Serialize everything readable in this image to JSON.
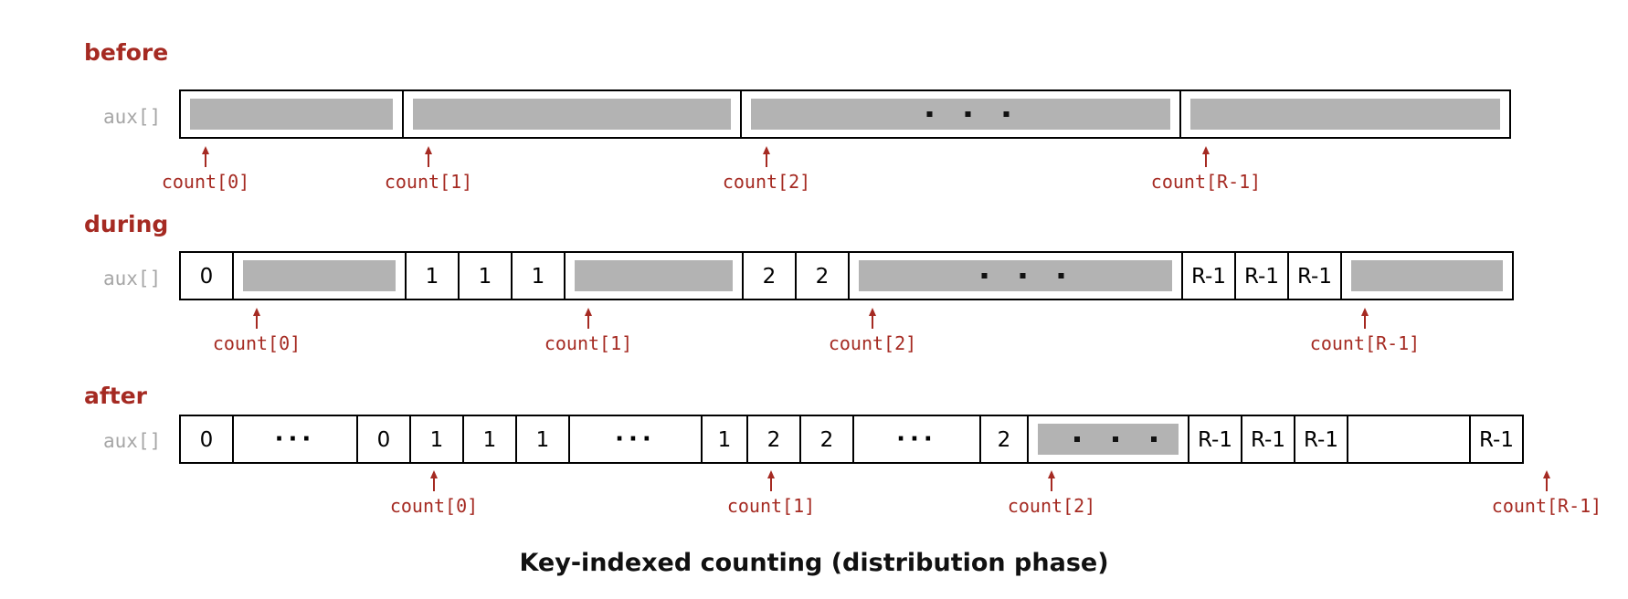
{
  "caption": "Key-indexed counting (distribution phase)",
  "array_label": "aux[]",
  "colors": {
    "accent": "#a52a22",
    "fill": "#b3b3b3",
    "stroke": "#000000",
    "muted": "#a6a6a6"
  },
  "rows": [
    {
      "label": "before",
      "cells": [
        {
          "kind": "gray",
          "w": 244
        },
        {
          "kind": "gray",
          "w": 370
        },
        {
          "kind": "gray",
          "dots": true,
          "w": 481
        },
        {
          "kind": "gray",
          "w": 361
        }
      ],
      "pointers": [
        {
          "label": "count[0]",
          "at": 0.0
        },
        {
          "label": "count[1]",
          "at": 1.0
        },
        {
          "label": "count[2]",
          "at": 2.0
        },
        {
          "label": "count[R-1]",
          "at": 3.0
        }
      ]
    },
    {
      "label": "during",
      "cells": [
        {
          "kind": "text",
          "text": "0",
          "w": 58
        },
        {
          "kind": "gray",
          "w": 189
        },
        {
          "kind": "text",
          "text": "1",
          "w": 58
        },
        {
          "kind": "text",
          "text": "1",
          "w": 58
        },
        {
          "kind": "text",
          "text": "1",
          "w": 58
        },
        {
          "kind": "gray",
          "w": 195
        },
        {
          "kind": "text",
          "text": "2",
          "w": 58
        },
        {
          "kind": "text",
          "text": "2",
          "w": 58
        },
        {
          "kind": "gray",
          "dots": true,
          "w": 365
        },
        {
          "kind": "text",
          "text": "R-1",
          "w": 58
        },
        {
          "kind": "text",
          "text": "R-1",
          "w": 58
        },
        {
          "kind": "text",
          "text": "R-1",
          "w": 58
        },
        {
          "kind": "gray",
          "w": 188
        }
      ],
      "pointers": [
        {
          "label": "count[0]",
          "at": 1.0
        },
        {
          "label": "count[1]",
          "at": 5.0
        },
        {
          "label": "count[2]",
          "at": 8.0
        },
        {
          "label": "count[R-1]",
          "at": 12.0
        }
      ]
    },
    {
      "label": "after",
      "cells": [
        {
          "kind": "text",
          "text": "0",
          "w": 58
        },
        {
          "kind": "dots",
          "text": "···",
          "w": 136
        },
        {
          "kind": "text",
          "text": "0",
          "w": 58
        },
        {
          "kind": "text",
          "text": "1",
          "w": 58
        },
        {
          "kind": "text",
          "text": "1",
          "w": 58
        },
        {
          "kind": "text",
          "text": "1",
          "w": 58
        },
        {
          "kind": "dots",
          "text": "···",
          "w": 145
        },
        {
          "kind": "text",
          "text": "1",
          "w": 50
        },
        {
          "kind": "text",
          "text": "2",
          "w": 58
        },
        {
          "kind": "text",
          "text": "2",
          "w": 58
        },
        {
          "kind": "dots",
          "text": "···",
          "w": 139
        },
        {
          "kind": "text",
          "text": "2",
          "w": 52
        },
        {
          "kind": "gray",
          "dots": true,
          "w": 176
        },
        {
          "kind": "text",
          "text": "R-1",
          "w": 58
        },
        {
          "kind": "text",
          "text": "R-1",
          "w": 58
        },
        {
          "kind": "text",
          "text": "R-1",
          "w": 58
        },
        {
          "kind": "empty",
          "w": 134
        },
        {
          "kind": "text",
          "text": "R-1",
          "w": 58
        }
      ],
      "pointers": [
        {
          "label": "count[0]",
          "at": 3.0
        },
        {
          "label": "count[1]",
          "at": 8.0
        },
        {
          "label": "count[2]",
          "at": 12.0
        },
        {
          "label": "count[R-1]",
          "at": 18.0
        }
      ]
    }
  ]
}
